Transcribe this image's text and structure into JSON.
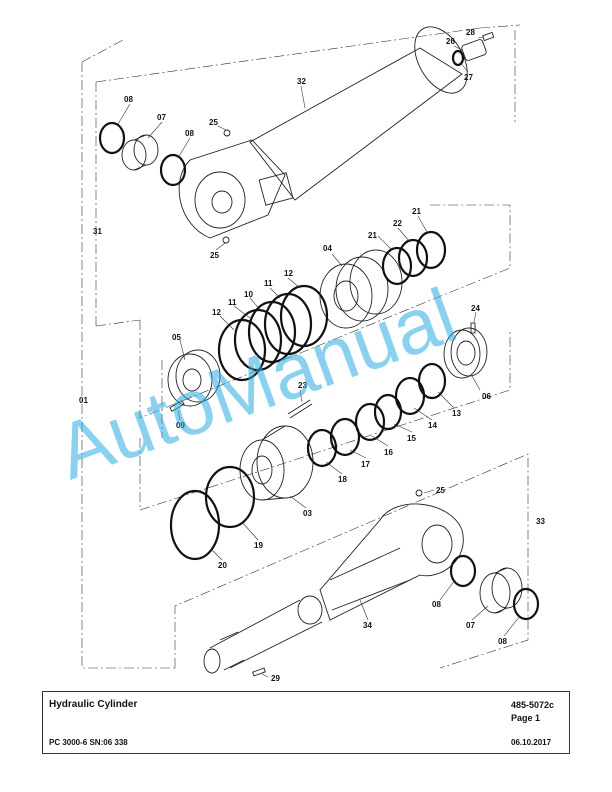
{
  "title_block": {
    "title": "Hydraulic Cylinder",
    "drawing_number": "485-5072c",
    "page": "Page 1",
    "model": "PC 3000-6 SN:06 338",
    "date": "06.10.2017"
  },
  "watermark": "AutoManual",
  "part_labels": {
    "p01": "01",
    "p03": "03",
    "p04": "04",
    "p05": "05",
    "p06": "06",
    "p07": "07",
    "p08": "08",
    "p09": "09",
    "p10": "10",
    "p11": "11",
    "p12": "12",
    "p13": "13",
    "p14": "14",
    "p15": "15",
    "p16": "16",
    "p17": "17",
    "p18": "18",
    "p19": "19",
    "p20": "20",
    "p21": "21",
    "p22": "22",
    "p23": "23",
    "p24": "24",
    "p25": "25",
    "p26": "26",
    "p27": "27",
    "p28": "28",
    "p29": "29",
    "p31": "31",
    "p32": "32",
    "p33": "33",
    "p34": "34"
  },
  "colors": {
    "watermark": "#29a9e1",
    "line": "#222222"
  }
}
